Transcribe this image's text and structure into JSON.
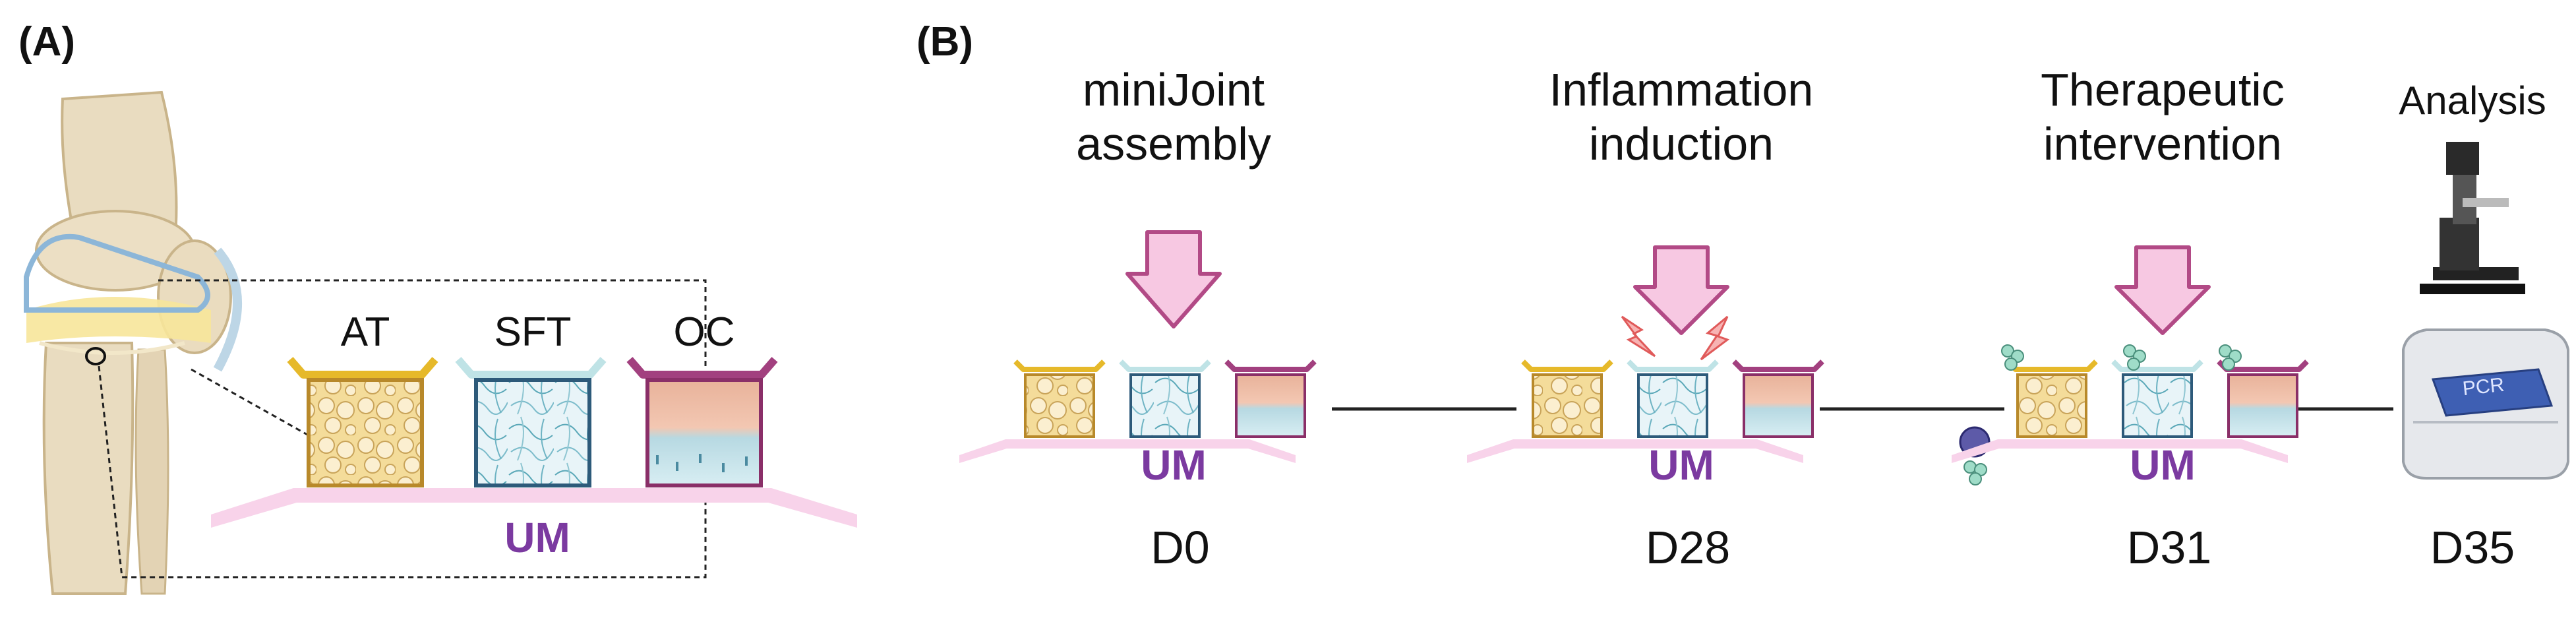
{
  "panel_a": {
    "label": "(A)",
    "modules": [
      {
        "name": "AT",
        "color": "#e6b92a"
      },
      {
        "name": "SFT",
        "color": "#bfe3e6"
      },
      {
        "name": "OC",
        "color": "#a2407f"
      }
    ],
    "um_label": "UM"
  },
  "panel_b": {
    "label": "(B)",
    "steps": [
      {
        "title_line1": "miniJoint",
        "title_line2": "assembly",
        "day": "D0",
        "um": "UM"
      },
      {
        "title_line1": "Inflammation",
        "title_line2": "induction",
        "day": "D28",
        "um": "UM"
      },
      {
        "title_line1": "Therapeutic",
        "title_line2": "intervention",
        "day": "D31",
        "um": "UM"
      }
    ],
    "analysis": {
      "title": "Analysis",
      "day": "D35",
      "device_label": "PCR"
    }
  },
  "colors": {
    "arrow_fill": "#f7c8e2",
    "arrow_stroke": "#b24a86",
    "um_bar": "#f8d3ea",
    "um_text": "#7b3aa0",
    "at_fill": "#f4dc9a",
    "sft_fill": "#e8f4f8",
    "oc_fill": "#f2c4b0",
    "lightning": "#f07a7a"
  }
}
